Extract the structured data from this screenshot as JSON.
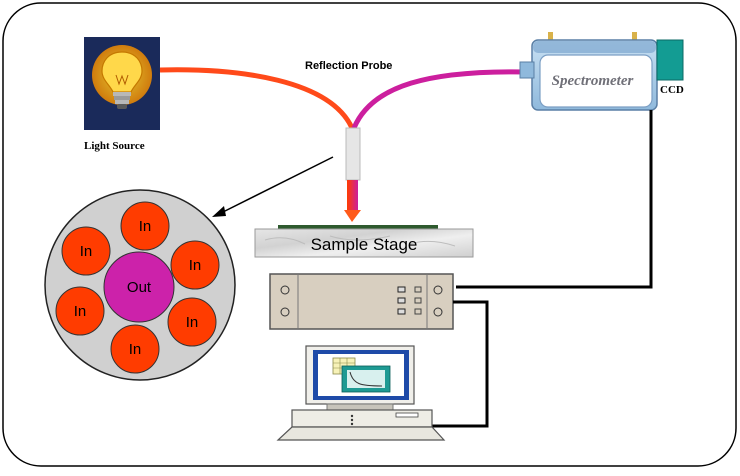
{
  "labels": {
    "light_source": "Light Source",
    "reflection_probe": "Reflection Probe",
    "spectrometer": "Spectrometer",
    "ccd": "CCD",
    "sample_stage": "Sample Stage"
  },
  "probe_bundle": {
    "inner_label": "Out",
    "outer_labels": [
      "In",
      "In",
      "In",
      "In",
      "In",
      "In"
    ]
  },
  "colors": {
    "illumination_fiber": "#ff4a1a",
    "read_fiber": "#cc1f9e",
    "fiber_in": "#ff3c00",
    "fiber_out": "#cc22aa",
    "bundle_face": "#d0d0d0",
    "controller": "#d8cfc0",
    "spectrometer_body": "#a9cce8",
    "ccd": "#139c93",
    "screen": "#1e4aa8"
  }
}
